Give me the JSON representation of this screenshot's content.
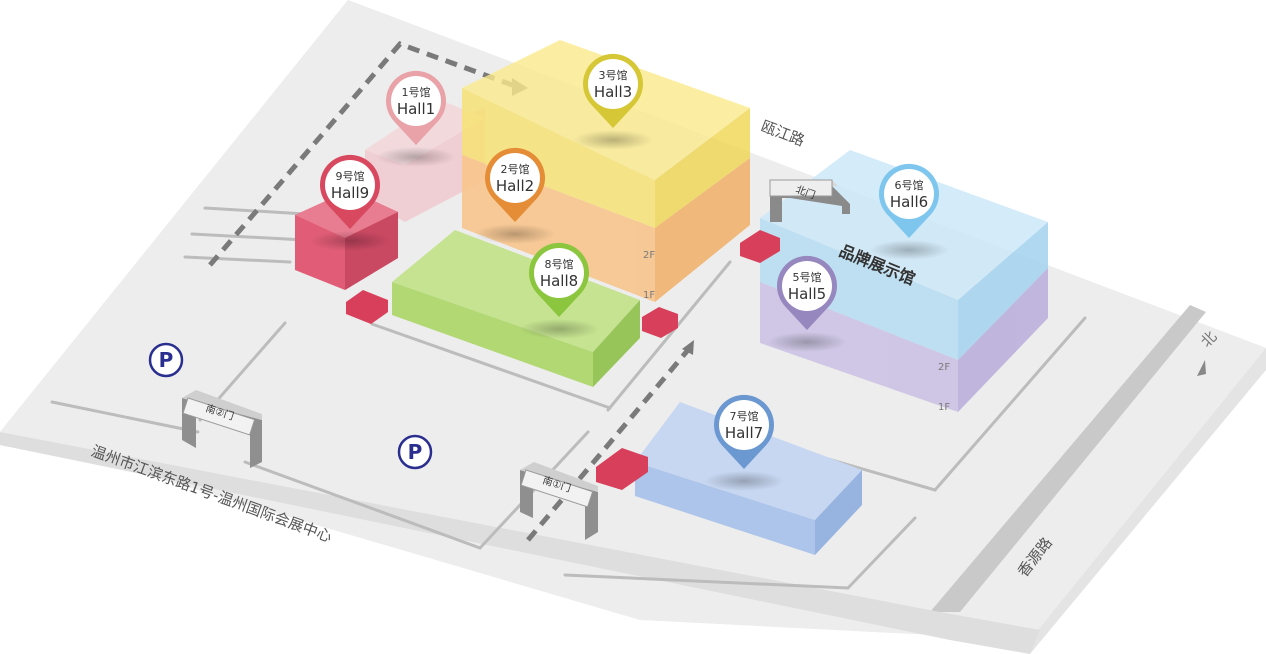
{
  "halls": [
    {
      "id": "hall1",
      "cn": "1号馆",
      "en": "Hall1",
      "color": "#e8a2a8"
    },
    {
      "id": "hall2",
      "cn": "2号馆",
      "en": "Hall2",
      "color": "#e48c36"
    },
    {
      "id": "hall3",
      "cn": "3号馆",
      "en": "Hall3",
      "color": "#d6c736"
    },
    {
      "id": "hall5",
      "cn": "5号馆",
      "en": "Hall5",
      "color": "#9687bf"
    },
    {
      "id": "hall6",
      "cn": "6号馆",
      "en": "Hall6",
      "color": "#7ec6ee"
    },
    {
      "id": "hall7",
      "cn": "7号馆",
      "en": "Hall7",
      "color": "#6c98d2"
    },
    {
      "id": "hall8",
      "cn": "8号馆",
      "en": "Hall8",
      "color": "#8cc63f"
    },
    {
      "id": "hall9",
      "cn": "9号馆",
      "en": "Hall9",
      "color": "#d8485f"
    }
  ],
  "roads": {
    "north_road": "瓯江路",
    "east_road": "香源路",
    "address": "温州市江滨东路1号-温州国际会展中心"
  },
  "gates": {
    "north": "北门",
    "south1": "南①门",
    "south2": "南②门"
  },
  "brand_hall": "品牌展示馆",
  "floors": {
    "second": "2F",
    "first": "1F"
  },
  "compass": "北",
  "parking": "P"
}
